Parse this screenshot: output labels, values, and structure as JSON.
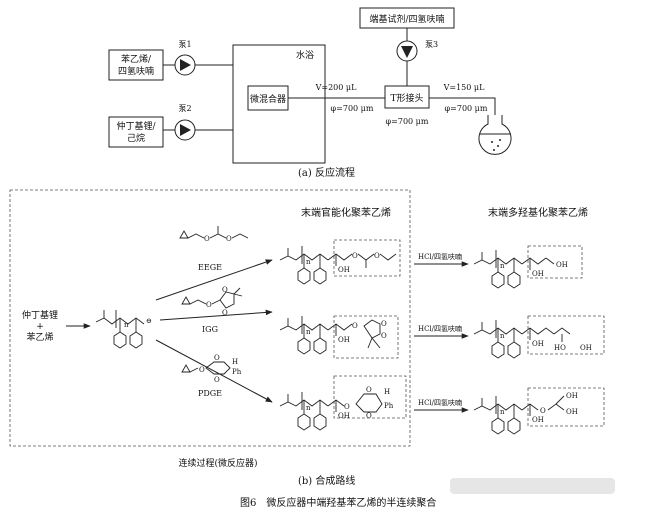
{
  "flow": {
    "reagent1": [
      "苯乙烯/",
      "四氢呋喃"
    ],
    "reagent2": [
      "仲丁基锂/",
      "己烷"
    ],
    "pump1": "泵1",
    "pump2": "泵2",
    "pump3": "泵3",
    "water_bath": "水浴",
    "micromixer": "微混合器",
    "tjunction": "T形接头",
    "endcap_reagent": "端基试剂/四氢呋喃",
    "v1": "V=200 μL",
    "d1": "φ=700 μm",
    "d2": "φ=700 μm",
    "v2": "V=150 μL",
    "d3": "φ=700 μm",
    "caption_a": "(a) 反应流程"
  },
  "route": {
    "start": [
      "仲丁基锂",
      "+",
      "苯乙烯"
    ],
    "header_mid": "末端官能化聚苯乙烯",
    "header_right": "末端多羟基化聚苯乙烯",
    "reagent_eege": "EEGE",
    "reagent_igg": "IGG",
    "reagent_pdge": "PDGE",
    "acid1": "HCl/四氢呋喃",
    "acid2": "HCl/四氢呋喃",
    "acid3": "HCl/四氢呋喃",
    "subscript_n": "n",
    "oh": "OH",
    "ho": "HO",
    "h": "H",
    "ph": "Ph",
    "o": "O",
    "continuous_label": "连续过程(微反应器)",
    "caption_b": "(b) 合成路线"
  },
  "figure_caption": "图6　微反应器中端羟基苯乙烯的半连续聚合"
}
